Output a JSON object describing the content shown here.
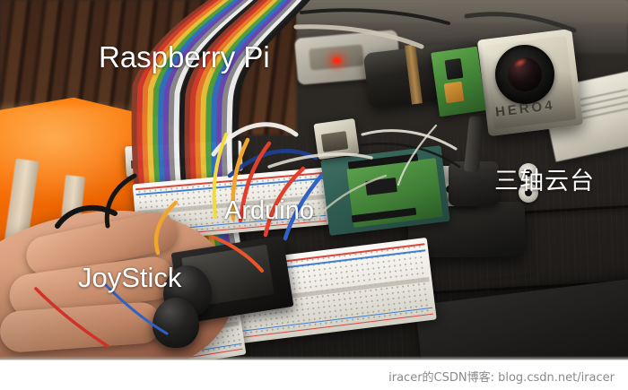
{
  "photo": {
    "scene_description": "Electronics bench photo: Raspberry Pi with rainbow ribbon cable, Arduino on breadboards, joystick module held in a hand, GoPro HERO4 on a 3-axis gimbal, on a dark wooden table",
    "camera_model_text": "HERO4",
    "annotations": [
      {
        "id": "raspberry-pi",
        "text": "Raspberry Pi"
      },
      {
        "id": "arduino",
        "text": "Arduino"
      },
      {
        "id": "joystick",
        "text": "JoyStick"
      },
      {
        "id": "gimbal",
        "text": "三轴云台"
      }
    ],
    "colors": {
      "label_text": "#ffffff",
      "table_wood": "#2e2a26",
      "safety_vest_orange": "#f96f05",
      "pcb_green": "#3f8034",
      "led_red": "#ff2a12",
      "breadboard_white": "#f1efe8",
      "rail_red": "#d9463c",
      "rail_blue": "#3f7fd0"
    },
    "ribbon_cable_colors": [
      "#8e3b2a",
      "#d23a2a",
      "#e87a2a",
      "#e8c13a",
      "#4f9e3f",
      "#2f6fc0",
      "#6a46b0",
      "#8a8a8a",
      "#f0f0f0",
      "#1a1a1a",
      "#8e3b2a",
      "#d23a2a",
      "#e87a2a",
      "#e8c13a",
      "#4f9e3f",
      "#2f6fc0",
      "#6a46b0",
      "#8a8a8a",
      "#f0f0f0",
      "#1a1a1a"
    ],
    "jumper_wire_colors": [
      "#e33d2d",
      "#f0a52c",
      "#f2dc3c",
      "#2f62c4",
      "#111111",
      "#f2f2f2",
      "#e8562a"
    ]
  },
  "watermark": {
    "text": "iracer的CSDN博客: blog.csdn.net/iracer",
    "color": "#8a8a8a"
  }
}
